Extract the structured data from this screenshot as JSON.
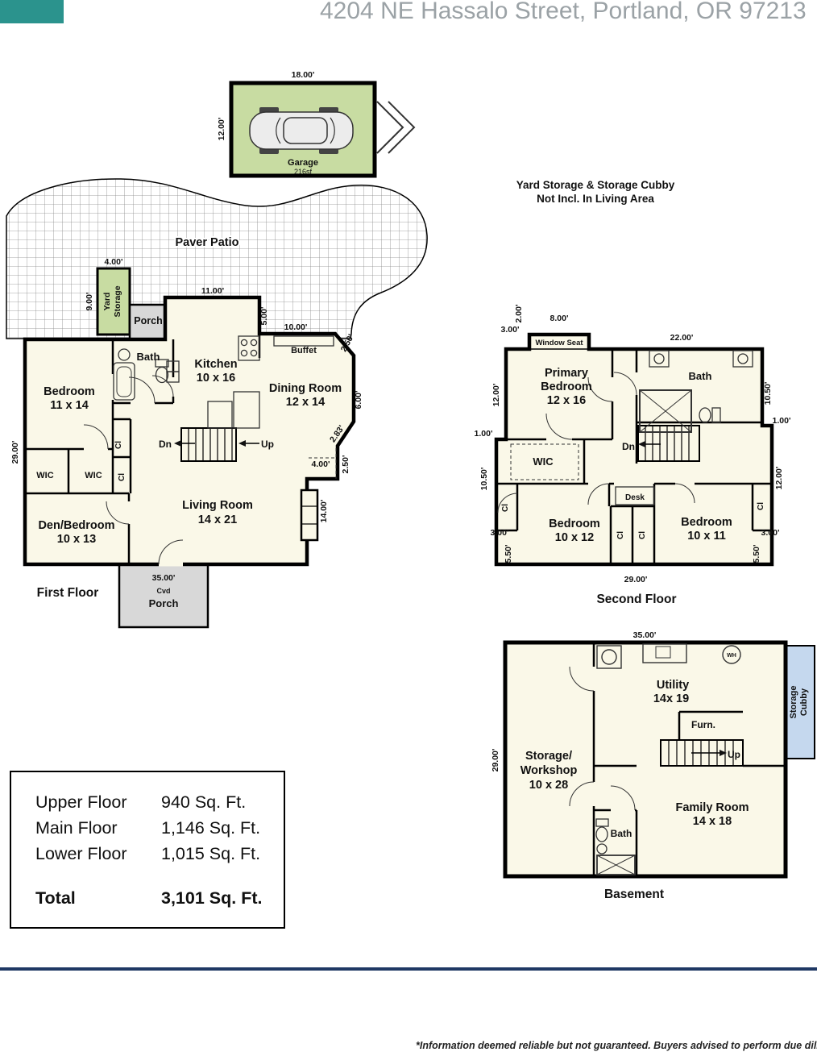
{
  "header": {
    "address": "4204 NE Hassalo Street, Portland, OR 97213"
  },
  "garage": {
    "name": "Garage",
    "area": "216sf",
    "dim_w": "18.00'",
    "dim_d": "12.00'"
  },
  "site": {
    "paver_patio": "Paver Patio",
    "yard_storage_l1": "Yard",
    "yard_storage_l2": "Storage",
    "ys_w": "4.00'",
    "ys_h": "9.00'",
    "note_l1": "Yard Storage & Storage Cubby",
    "note_l2": "Not Incl. In Living Area"
  },
  "first_floor": {
    "title": "First Floor",
    "porch": "Porch",
    "bath": "Bath",
    "kitchen_name": "Kitchen",
    "kitchen_dim": "10 x 16",
    "buffet": "Buffet",
    "dining_name": "Dining Room",
    "dining_dim": "12 x 14",
    "bedroom_name": "Bedroom",
    "bedroom_dim": "11 x 14",
    "living_name": "Living Room",
    "living_dim": "14 x 21",
    "den_name": "Den/Bedroom",
    "den_dim": "10 x 13",
    "wic1": "WIC",
    "wic2": "WIC",
    "cl1": "Cl",
    "cl2": "Cl",
    "dn": "Dn",
    "up": "Up",
    "cvd": "Cvd",
    "cvd_porch": "Porch",
    "dims": {
      "top_kitchen": "11.00'",
      "k_right": "5.00'",
      "buffet_top": "10.00'",
      "buffet_right": "2.50'",
      "dining_right": "6.00'",
      "diag": "2.83'",
      "step": "4.00'",
      "lr_right": "2.50'",
      "bay": "14.00'",
      "left": "29.00'",
      "bottom": "35.00'"
    }
  },
  "second_floor": {
    "title": "Second Floor",
    "window_seat": "Window Seat",
    "primary_l1": "Primary",
    "primary_l2": "Bedroom",
    "primary_dim": "12 x 16",
    "bath": "Bath",
    "wic": "WIC",
    "dn": "Dn",
    "desk": "Desk",
    "bedroom2_name": "Bedroom",
    "bedroom2_dim": "10 x 12",
    "bedroom3_name": "Bedroom",
    "bedroom3_dim": "10 x 11",
    "cl_left": "Cl",
    "cl_right": "Cl",
    "cl_mid1": "Cl",
    "cl_mid2": "Cl",
    "dims": {
      "seat_w": "8.00'",
      "seat_d": "2.00'",
      "seat_off": "3.00'",
      "top_right": "22.00'",
      "left_up": "12.00'",
      "right_up": "10.50'",
      "left_step": "1.00'",
      "right_step": "1.00'",
      "left_low": "10.50'",
      "right_low": "12.00'",
      "bl_w": "3.00'",
      "bl_h": "5.50'",
      "br_w": "3.00'",
      "br_h": "5.50'",
      "bottom": "29.00'"
    }
  },
  "basement": {
    "title": "Basement",
    "utility_name": "Utility",
    "utility_dim": "14x 19",
    "furn": "Furn.",
    "up": "Up",
    "storage_l1": "Storage/",
    "storage_l2": "Workshop",
    "storage_dim": "10 x 28",
    "family_name": "Family Room",
    "family_dim": "14 x 18",
    "bath": "Bath",
    "wh": "WH",
    "cubby_l1": "Storage",
    "cubby_l2": "Cubby",
    "dims": {
      "top": "35.00'",
      "left": "29.00'"
    }
  },
  "summary": {
    "rows": [
      {
        "label": "Upper Floor",
        "value": "940 Sq. Ft."
      },
      {
        "label": "Main Floor",
        "value": "1,146 Sq. Ft."
      },
      {
        "label": "Lower Floor",
        "value": "1,015 Sq. Ft."
      }
    ],
    "total_label": "Total",
    "total_value": "3,101 Sq. Ft."
  },
  "footer": {
    "disclaimer": "*Information deemed reliable but not guaranteed. Buyers advised to perform due diligence"
  }
}
